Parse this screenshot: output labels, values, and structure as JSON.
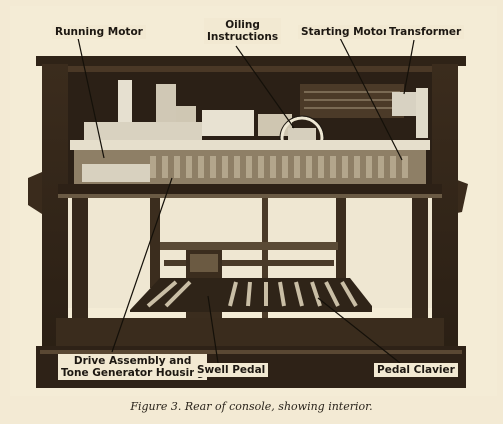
{
  "figure": {
    "labels": {
      "running_motor": "Running Motor",
      "oiling_instructions": "Oiling\nInstructions",
      "starting_motor": "Starting Motor",
      "transformer": "Transformer",
      "drive_assembly": "Drive Assembly and\nTone Generator Housing",
      "swell_pedal": "Swell Pedal",
      "pedal_clavier": "Pedal Clavier"
    },
    "caption": "Figure 3.  Rear of console, showing interior."
  }
}
